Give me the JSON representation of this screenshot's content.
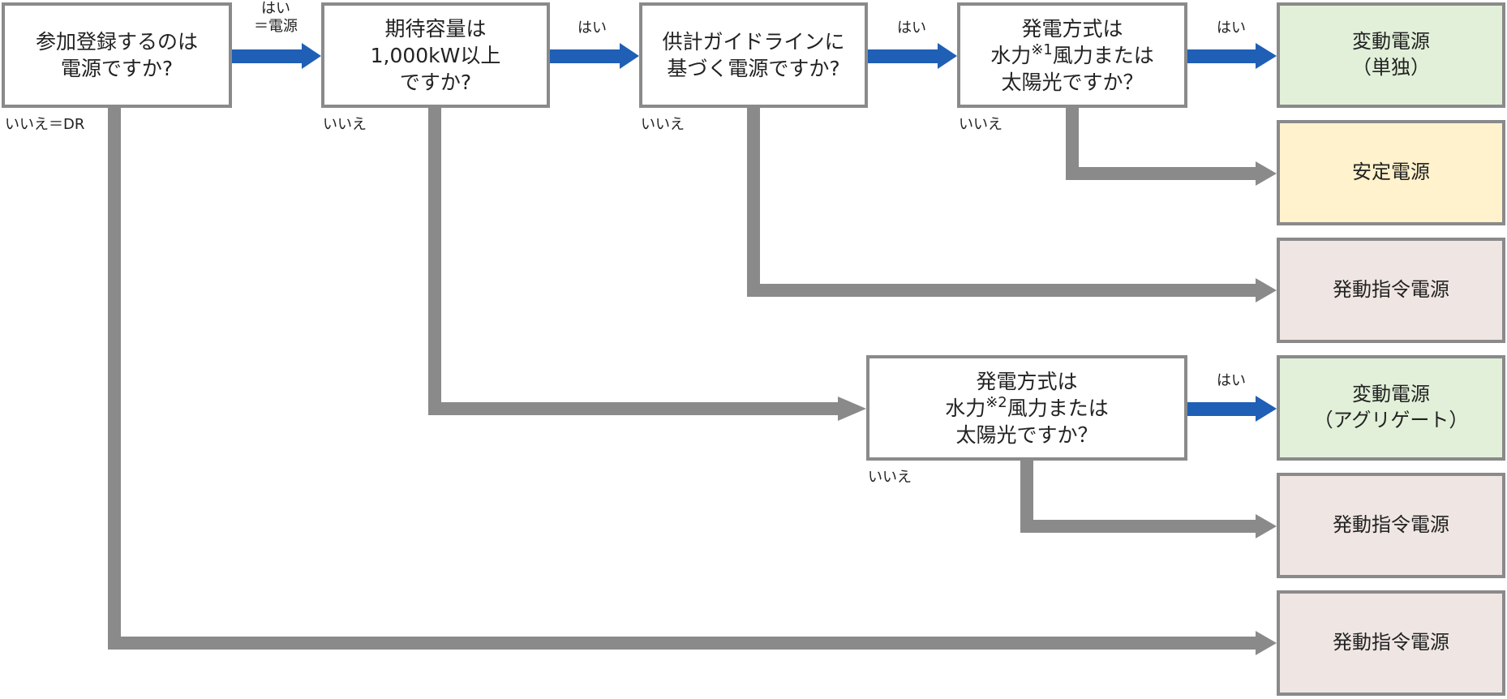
{
  "questions": {
    "q1": "参加登録するのは\n電源ですか?",
    "q2": "期待容量は\n1,000kW以上\nですか?",
    "q3": "供計ガイドラインに\n基づく電源ですか?",
    "q4": {
      "line1": "発電方式は",
      "line2_pre": "水力",
      "note": "※1",
      "line2_post": "風力または",
      "line3": "太陽光ですか？"
    },
    "q5": {
      "line1": "発電方式は",
      "line2_pre": "水力",
      "note": "※2",
      "line2_post": "風力または",
      "line3": "太陽光ですか？"
    }
  },
  "outcomes": {
    "variable_single": "変動電源\n（単独）",
    "stable": "安定電源",
    "dispatch_1": "発動指令電源",
    "variable_aggregate": "変動電源\n（アグリゲート）",
    "dispatch_2": "発動指令電源",
    "dispatch_3": "発動指令電源"
  },
  "labels": {
    "yes_power": "はい\n＝電源",
    "yes_q2": "はい",
    "yes_q3": "はい",
    "yes_q4": "はい",
    "yes_q5": "はい",
    "no_dr": "いいえ＝DR",
    "no_q2": "いいえ",
    "no_q3": "いいえ",
    "no_q4": "いいえ",
    "no_q5": "いいえ"
  },
  "colors": {
    "yes_arrow": "#1f5fb5",
    "no_arrow": "#8a8a8a",
    "box_border": "#8a8a8a",
    "variable_fill": "#e2f0d9",
    "stable_fill": "#fff2cc",
    "dispatch_fill": "#efe6e3"
  }
}
